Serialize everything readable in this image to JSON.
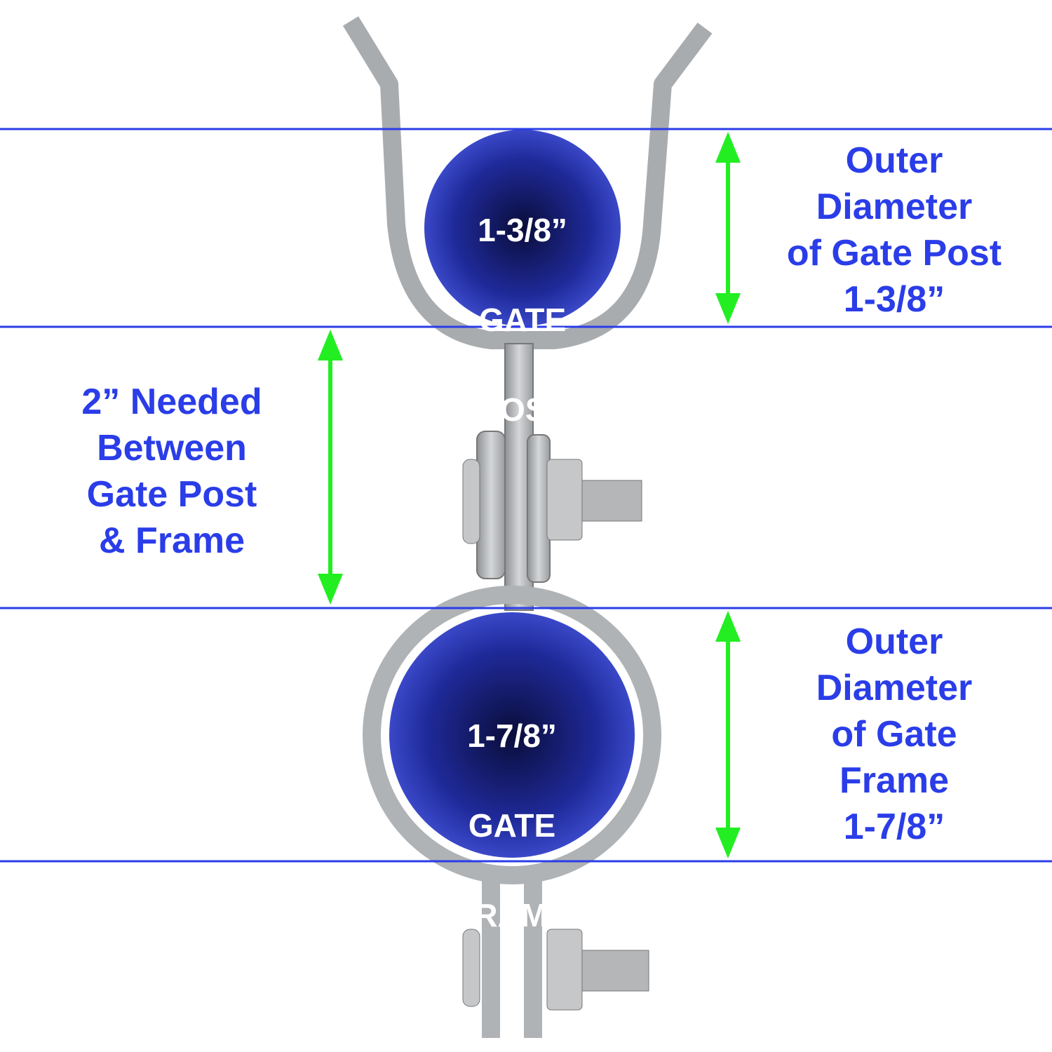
{
  "colors": {
    "guide_line": "#2a3de8",
    "arrow": "#22ee22",
    "text": "#2a3de8",
    "pipe": "#1a1f8a",
    "metal": "#b9bcbf"
  },
  "post_pipe": {
    "size": "1-3/8”",
    "line1": "GATE",
    "line2": "POST"
  },
  "frame_pipe": {
    "size": "1-7/8”",
    "line1": "GATE",
    "line2": "FRAME"
  },
  "labels": {
    "post_diameter": "Outer\nDiameter\nof Gate Post\n1-3/8”",
    "gap": "2” Needed\nBetween\nGate Post\n& Frame",
    "frame_diameter": "Outer\nDiameter\nof Gate\nFrame\n1-7/8”"
  }
}
